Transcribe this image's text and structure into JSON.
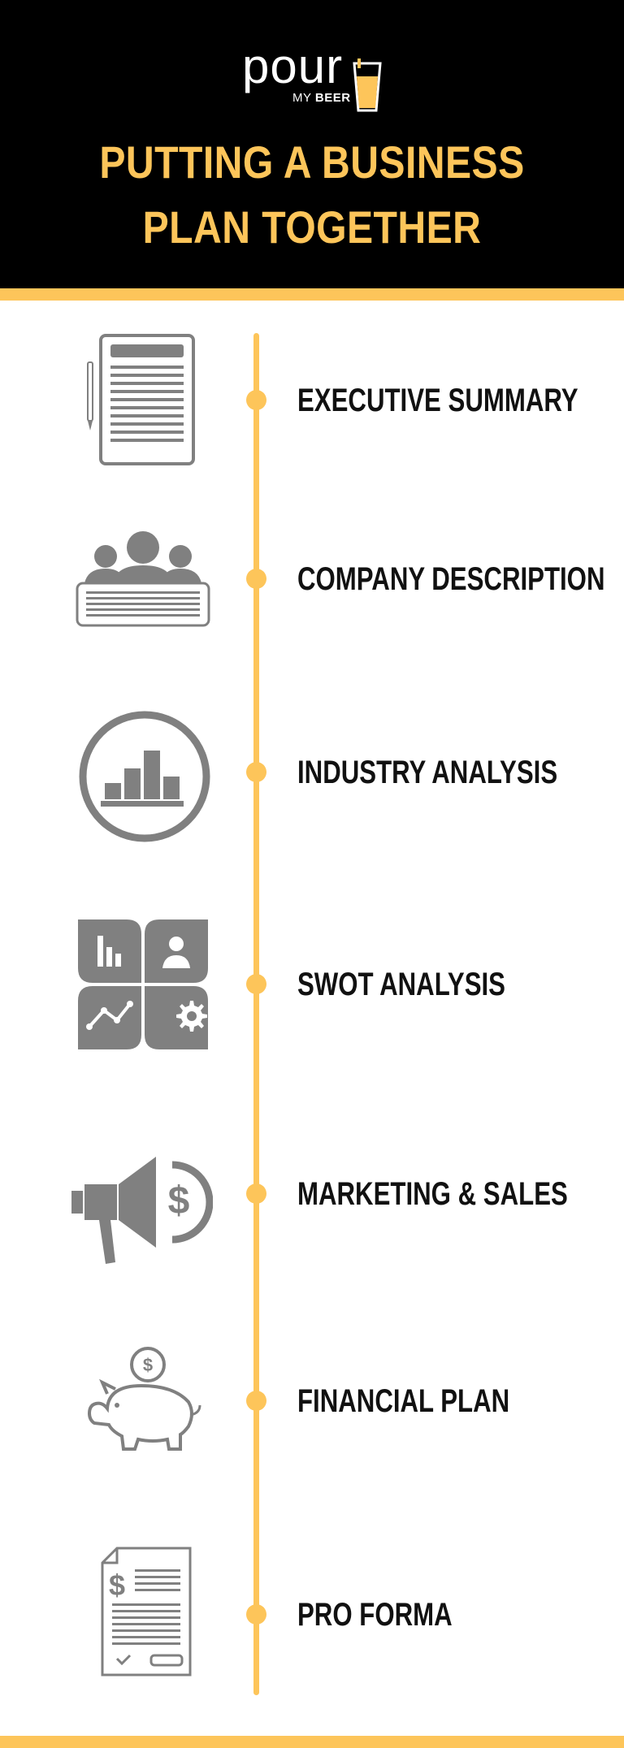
{
  "brand": {
    "logo_word": "pour",
    "logo_sub_thin": "MY ",
    "logo_sub_bold": "BEER"
  },
  "title": {
    "line1": "PUTTING A BUSINESS",
    "line2": "PLAN TOGETHER"
  },
  "colors": {
    "background_header": "#000000",
    "accent": "#fdc55a",
    "icon_gray": "#808080",
    "text": "#111111"
  },
  "steps": [
    {
      "label": "EXECUTIVE SUMMARY",
      "icon": "document-icon"
    },
    {
      "label": "COMPANY DESCRIPTION",
      "icon": "team-icon"
    },
    {
      "label": "INDUSTRY ANALYSIS",
      "icon": "bar-chart-cycle-icon"
    },
    {
      "label": "SWOT ANALYSIS",
      "icon": "swot-grid-icon"
    },
    {
      "label": "MARKETING & SALES",
      "icon": "megaphone-dollar-icon"
    },
    {
      "label": "FINANCIAL PLAN",
      "icon": "piggy-bank-icon"
    },
    {
      "label": "PRO FORMA",
      "icon": "invoice-icon"
    }
  ],
  "icon_text": {
    "dollar": "$"
  }
}
